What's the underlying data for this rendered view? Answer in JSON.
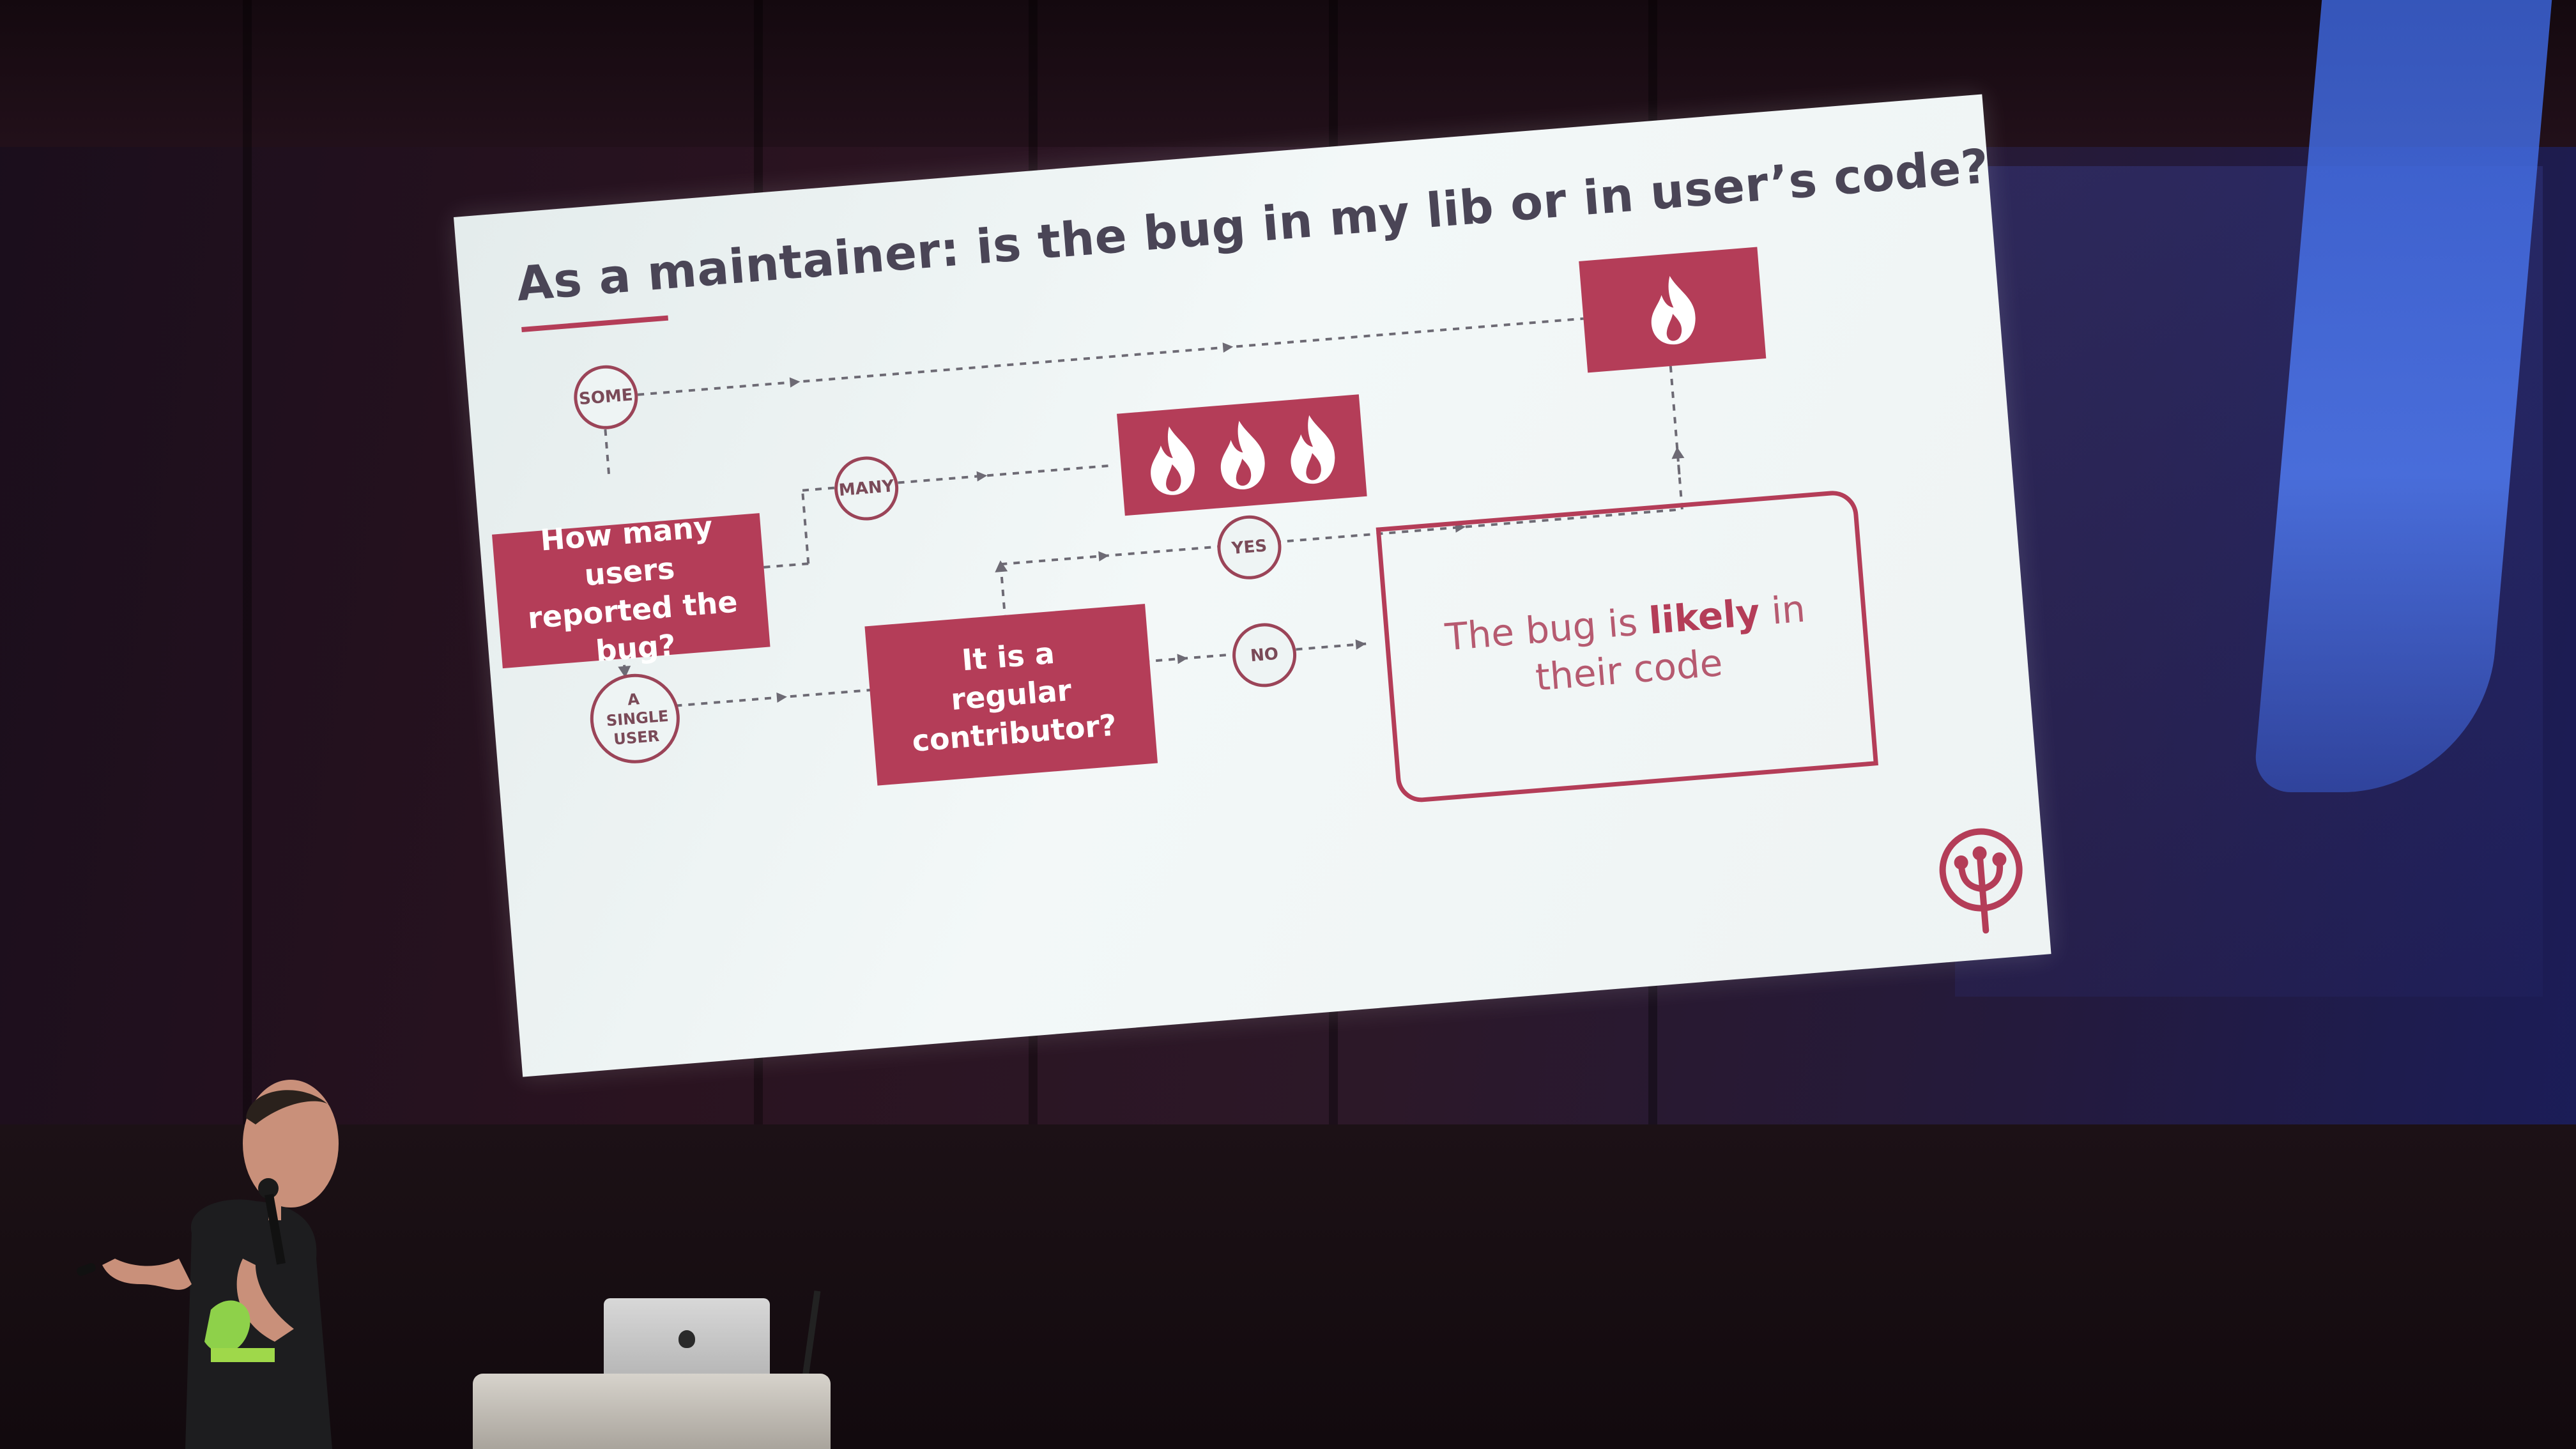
{
  "slide": {
    "title": "As a maintainer: is the bug in my lib or in user’s code?",
    "question_users": "How many users reported the bug?",
    "answer_some": "SOME",
    "answer_many": "MANY",
    "answer_single": "A SINGLE USER",
    "question_contributor": "It is a regular contributor?",
    "answer_yes": "YES",
    "answer_no": "NO",
    "conclusion_prefix": "The bug is",
    "conclusion_emphasis": "likely",
    "conclusion_mid": "in",
    "conclusion_suffix": "their code",
    "icons": [
      "flame-icon",
      "tree-logo-icon"
    ]
  },
  "colors": {
    "accent": "#b43d58",
    "slide_bg": "#eef4f4",
    "title_text": "#4a4556",
    "stage_blue": "#4f7af0"
  }
}
